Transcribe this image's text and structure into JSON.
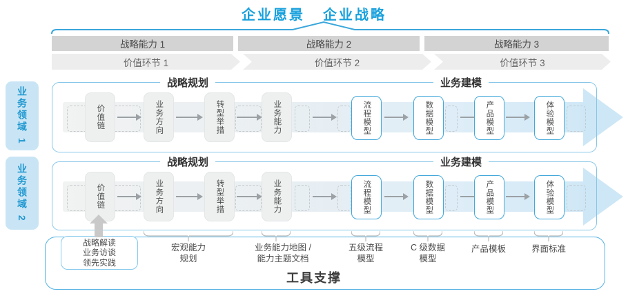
{
  "title": {
    "vision": "企业愿景",
    "strategy": "企业战略"
  },
  "strategic_capabilities": [
    "战略能力 1",
    "战略能力 2",
    "战略能力 3"
  ],
  "value_links": [
    "价值环节 1",
    "价值环节 2",
    "价值环节 3"
  ],
  "business_domains": [
    "业务领域 1",
    "业务领域 2"
  ],
  "section_headers": {
    "planning": "战略规划",
    "modeling": "业务建模"
  },
  "flow_boxes": {
    "value_chain": "价值链",
    "business_direction": "业务方向",
    "transformation_initiatives": "转型举措",
    "business_capability": "业务能力",
    "process_model": "流程模型",
    "data_model": "数据模型",
    "product_model": "产品模型",
    "experience_model": "体验模型"
  },
  "annotations": {
    "inputs_box": [
      "战略解读",
      "业务访谈",
      "领先实践"
    ],
    "macro_capability": [
      "宏观能力",
      "规划"
    ],
    "capability_map": [
      "业务能力地图 /",
      "能力主题文档"
    ],
    "process_l5": [
      "五级流程",
      "模型"
    ],
    "data_c_level": [
      "C 级数据",
      "模型"
    ],
    "product_template": "产品模板",
    "ui_standard": "界面标准"
  },
  "footer": {
    "tool_support": "工具支撑"
  },
  "colors": {
    "accent_blue": "#18a1dd",
    "container_border_blue": "#52b2e3",
    "light_blue_fill": "#c9e5f5",
    "gray_bar": "#d3d3d4",
    "chevron_gray": "#ededee",
    "box_gray": "#eef0f0",
    "blue_box_border": "#42a8da",
    "band_arrow_blue": "#cde7f6"
  }
}
